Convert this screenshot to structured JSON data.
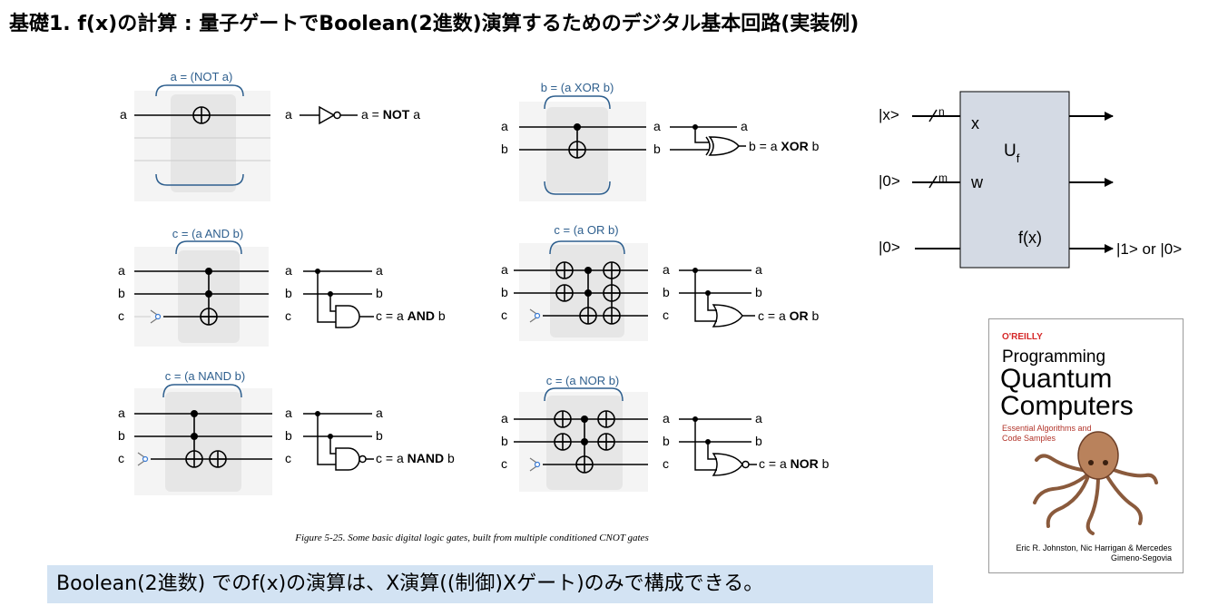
{
  "title": "基礎1. f(x)の計算 : 量子ゲートでBoolean(2進数)演算するためのデジタル基本回路(実装例)",
  "gates": {
    "not": {
      "header": "a = (NOT a)",
      "in_a": "a",
      "out_a": "a",
      "result_prefix": "a = ",
      "op": "NOT",
      "result_suffix": " a"
    },
    "xor": {
      "header": "b = (a XOR b)",
      "in_a": "a",
      "in_b": "b",
      "out_a": "a",
      "out_a2": "a",
      "out_b": "b",
      "result_prefix": "b = a ",
      "op": "XOR",
      "result_suffix": " b"
    },
    "and": {
      "header": "c = (a AND b)",
      "in_a": "a",
      "in_b": "b",
      "in_c": "c",
      "out_a": "a",
      "out_b": "b",
      "out_c": "c",
      "out_a2": "a",
      "out_b2": "b",
      "result_prefix": "c = a ",
      "op": "AND",
      "result_suffix": " b"
    },
    "or": {
      "header": "c = (a OR b)",
      "in_a": "a",
      "in_b": "b",
      "in_c": "c",
      "out_a": "a",
      "out_b": "b",
      "out_c": "c",
      "out_a2": "a",
      "out_b2": "b",
      "result_prefix": "c = a ",
      "op": "OR",
      "result_suffix": " b"
    },
    "nand": {
      "header": "c = (a NAND b)",
      "in_a": "a",
      "in_b": "b",
      "in_c": "c",
      "out_a": "a",
      "out_b": "b",
      "out_c": "c",
      "out_a2": "a",
      "out_b2": "b",
      "result_prefix": "c = a ",
      "op": "NAND",
      "result_suffix": " b"
    },
    "nor": {
      "header": "c = (a NOR b)",
      "in_a": "a",
      "in_b": "b",
      "in_c": "c",
      "out_a": "a",
      "out_b": "b",
      "out_c": "c",
      "out_a2": "a",
      "out_b2": "b",
      "result_prefix": "c = a ",
      "op": "NOR",
      "result_suffix": " b"
    }
  },
  "caption": "Figure 5-25. Some basic digital logic gates, built from multiple conditioned CNOT gates",
  "oracle": {
    "in_x": "|x>",
    "in_w": "|0>",
    "in_f": "|0>",
    "n": "n",
    "m": "m",
    "reg_x": "x",
    "reg_w": "w",
    "u": "U",
    "u_sub": "f",
    "fx": "f(x)",
    "out": "|1> or |0>",
    "box_fill": "#d4dae4"
  },
  "summary": "Boolean(2進数) でのf(x)の演算は、X演算((制御)Xゲート)のみで構成できる。",
  "book": {
    "publisher": "O'REILLY",
    "title_line1": "Programming",
    "title_line2": "Quantum",
    "title_line3": "Computers",
    "subtitle": "Essential Algorithms and Code Samples",
    "authors": "Eric R. Johnston, Nic Harrigan & Mercedes Gimeno-Segovia"
  },
  "colors": {
    "panel": "#ebebeb",
    "bracket": "#2e5f8e",
    "summary_bg": "#d3e3f3",
    "publisher": "#d62828"
  }
}
